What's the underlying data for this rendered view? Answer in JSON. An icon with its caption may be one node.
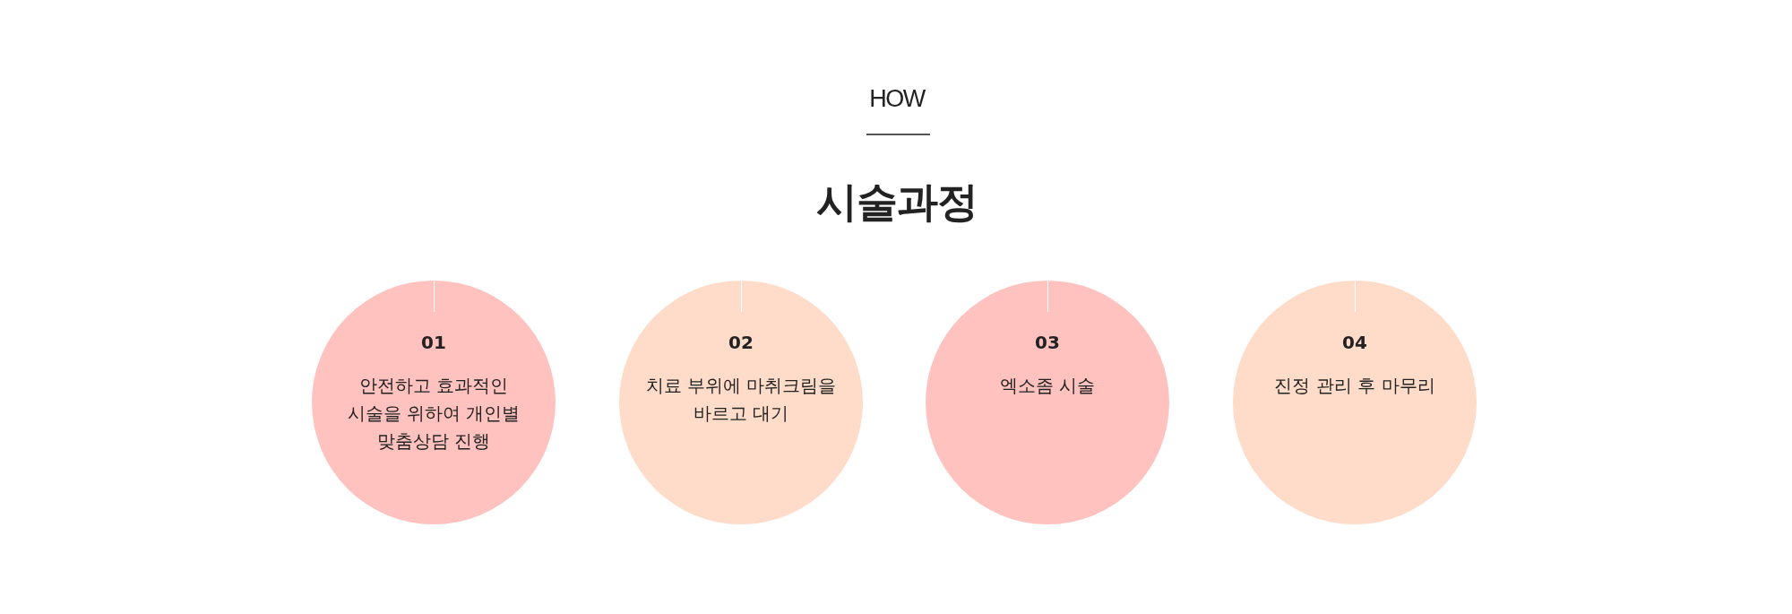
{
  "diagram": {
    "title": "시술과정",
    "nodes": [
      {
        "text": [
          "01",
          "안전하고 효과적인 시술을 위하여 개인별 맞춤상담 진행"
        ]
      },
      {
        "text": [
          "02",
          "치료 부위에 마취크림을 바르고 대기"
        ]
      },
      {
        "text": [
          "03",
          "엑소좀 시술"
        ]
      },
      {
        "text": [
          "04",
          "진정 관리 후 마무리"
        ]
      }
    ],
    "labels": [
      "HOW"
    ]
  }
}
